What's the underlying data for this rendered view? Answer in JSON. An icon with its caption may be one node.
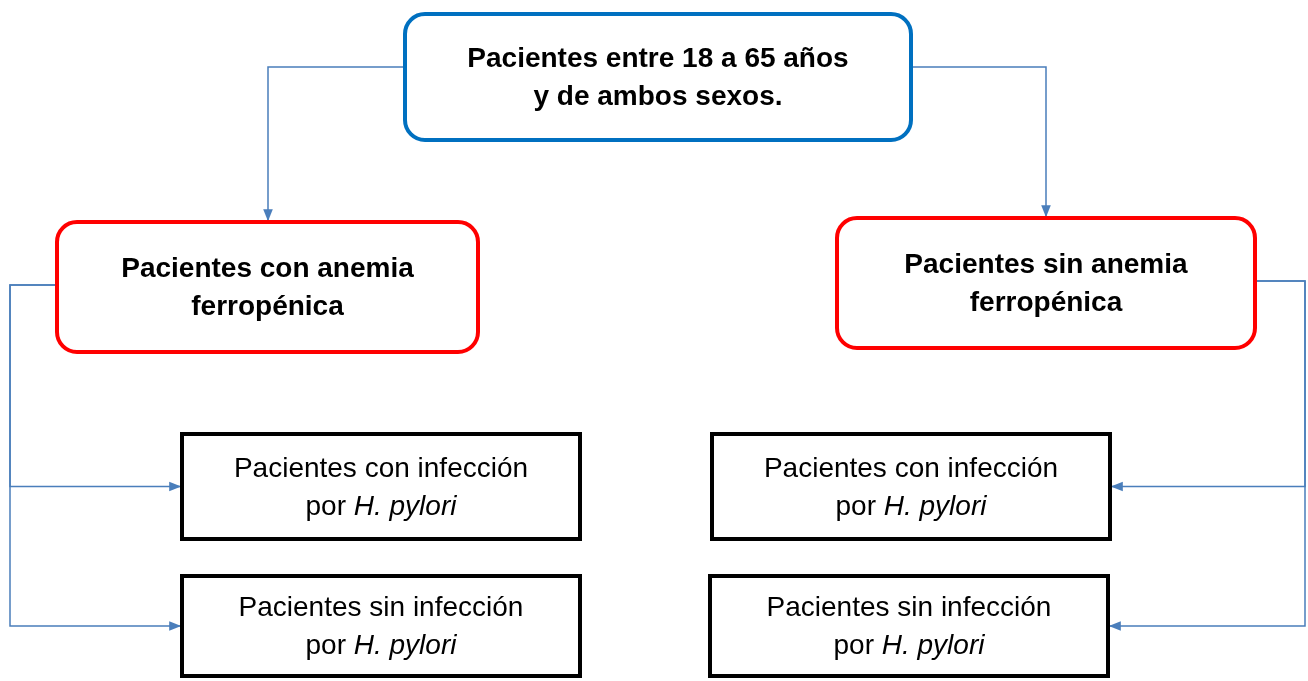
{
  "diagram": {
    "nodes": [
      {
        "text": [
          "Pacientes entre 18 a 65 años y de ambos sexos."
        ]
      },
      {
        "text": [
          "Pacientes con anemia ferropénica"
        ]
      },
      {
        "text": [
          "Pacientes sin anemia ferropénica"
        ]
      },
      {
        "text": [
          "Pacientes con infección por *H. pylori*"
        ]
      },
      {
        "text": [
          "Pacientes sin infección por *H. pylori*"
        ]
      },
      {
        "text": [
          "Pacientes con infección por *H. pylori*"
        ]
      },
      {
        "text": [
          "Pacientes sin infección por *H. pylori*"
        ]
      }
    ],
    "edges": [
      {
        "from": 0,
        "to": 1,
        "arrow": "to"
      },
      {
        "from": 0,
        "to": 2,
        "arrow": "to"
      },
      {
        "from": 1,
        "to": 3,
        "arrow": "to"
      },
      {
        "from": 1,
        "to": 4,
        "arrow": "to"
      },
      {
        "from": 2,
        "to": 5,
        "arrow": "to"
      },
      {
        "from": 2,
        "to": 6,
        "arrow": "to"
      }
    ]
  }
}
